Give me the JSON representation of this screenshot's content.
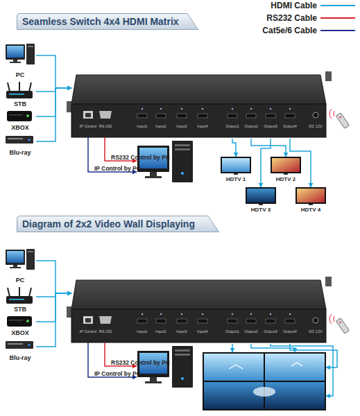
{
  "diagram": {
    "nodes": [
      {
        "text": [
          "Seamless Switch 4x4 HDMI Matrix"
        ]
      },
      {
        "text": [
          "PC"
        ]
      },
      {
        "text": [
          "STB"
        ]
      },
      {
        "text": [
          "XBOX"
        ]
      },
      {
        "text": [
          "Blu-ray"
        ]
      },
      {
        "text": [
          "IP Control",
          "RS-232",
          "Input1",
          "Input2",
          "Input3",
          "Input4",
          "Output1",
          "Output2",
          "Output3",
          "Output4",
          "DC 12V"
        ]
      },
      {
        "text": [
          "HDTV 1"
        ]
      },
      {
        "text": [
          "HDTV 2"
        ]
      },
      {
        "text": [
          "HDTV 3"
        ]
      },
      {
        "text": [
          "HDTV 4"
        ]
      },
      {
        "text": [
          "Diagram of 2x2 Video Wall Displaying"
        ]
      },
      {
        "text": [
          "PC"
        ]
      },
      {
        "text": [
          "STB"
        ]
      },
      {
        "text": [
          "XBOX"
        ]
      },
      {
        "text": [
          "Blu-ray"
        ]
      },
      {
        "text": [
          "IP Control",
          "RS-232",
          "Input1",
          "Input2",
          "Input3",
          "Input4",
          "Output1",
          "Output2",
          "Output3",
          "Output4",
          "DC 12V"
        ]
      }
    ],
    "edges": [
      {
        "from": 1,
        "to": 5,
        "arrow": "to"
      },
      {
        "from": 2,
        "to": 5,
        "arrow": "to"
      },
      {
        "from": 3,
        "to": 5,
        "arrow": "to"
      },
      {
        "from": 4,
        "to": 5,
        "arrow": "to"
      },
      {
        "from": 5,
        "to": 6,
        "arrow": "to"
      },
      {
        "from": 5,
        "to": 7,
        "arrow": "to"
      },
      {
        "from": 5,
        "to": 8,
        "arrow": "to"
      },
      {
        "from": 5,
        "to": 9,
        "arrow": "to"
      },
      {
        "from": 11,
        "to": 15,
        "arrow": "to"
      },
      {
        "from": 12,
        "to": 15,
        "arrow": "to"
      },
      {
        "from": 13,
        "to": 15,
        "arrow": "to"
      },
      {
        "from": 14,
        "to": 15,
        "arrow": "to"
      }
    ],
    "labels": [
      "RS232 Control by PC",
      "IP Control by PC",
      "RS232 Control by PC",
      "IP Control by PC"
    ],
    "legend": [
      {
        "text": "HDMI Cable"
      },
      {
        "text": "RS232 Cable"
      },
      {
        "text": "Cat5e/6 Cable"
      }
    ]
  }
}
